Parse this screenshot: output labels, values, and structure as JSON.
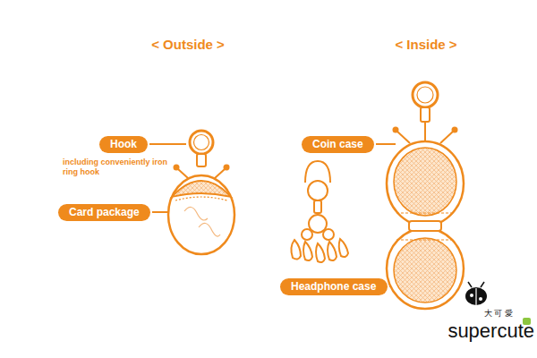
{
  "diagram": {
    "nodes": [
      {
        "text": [
          "Hook",
          "including conveniently iron ring hook"
        ]
      },
      {
        "text": [
          "Card package"
        ]
      },
      {
        "text": [
          "Coin case"
        ]
      },
      {
        "text": [
          "Headphone case"
        ]
      }
    ],
    "labels": [
      "< Outside >",
      "< Inside >",
      "大 可 愛",
      "supercute"
    ]
  }
}
